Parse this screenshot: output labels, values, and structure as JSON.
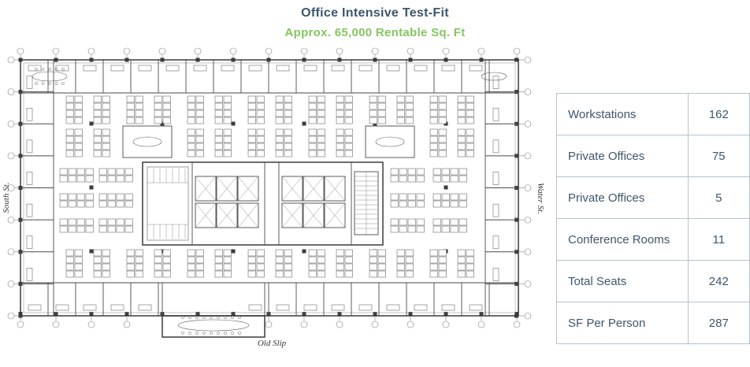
{
  "header": {
    "title": "Office Intensive Test-Fit",
    "subtitle": "Approx. 65,000 Rentable Sq. Ft"
  },
  "colors": {
    "title_text": "#3c566b",
    "subtitle_green": "#85c561",
    "table_border": "#b5c2cd",
    "table_text": "#3e566c",
    "plan_lines": "#3b3b3b"
  },
  "floor_plan": {
    "street_left": "South St.",
    "street_right": "Water St.",
    "street_bottom": "Old Slip"
  },
  "table": {
    "rows": [
      {
        "label": "Workstations",
        "value": "162"
      },
      {
        "label": "Private Offices",
        "value": "75"
      },
      {
        "label": "Private Offices",
        "value": "5"
      },
      {
        "label": "Conference Rooms",
        "value": "11"
      },
      {
        "label": "Total Seats",
        "value": "242"
      },
      {
        "label": "SF Per Person",
        "value": "287"
      }
    ]
  }
}
